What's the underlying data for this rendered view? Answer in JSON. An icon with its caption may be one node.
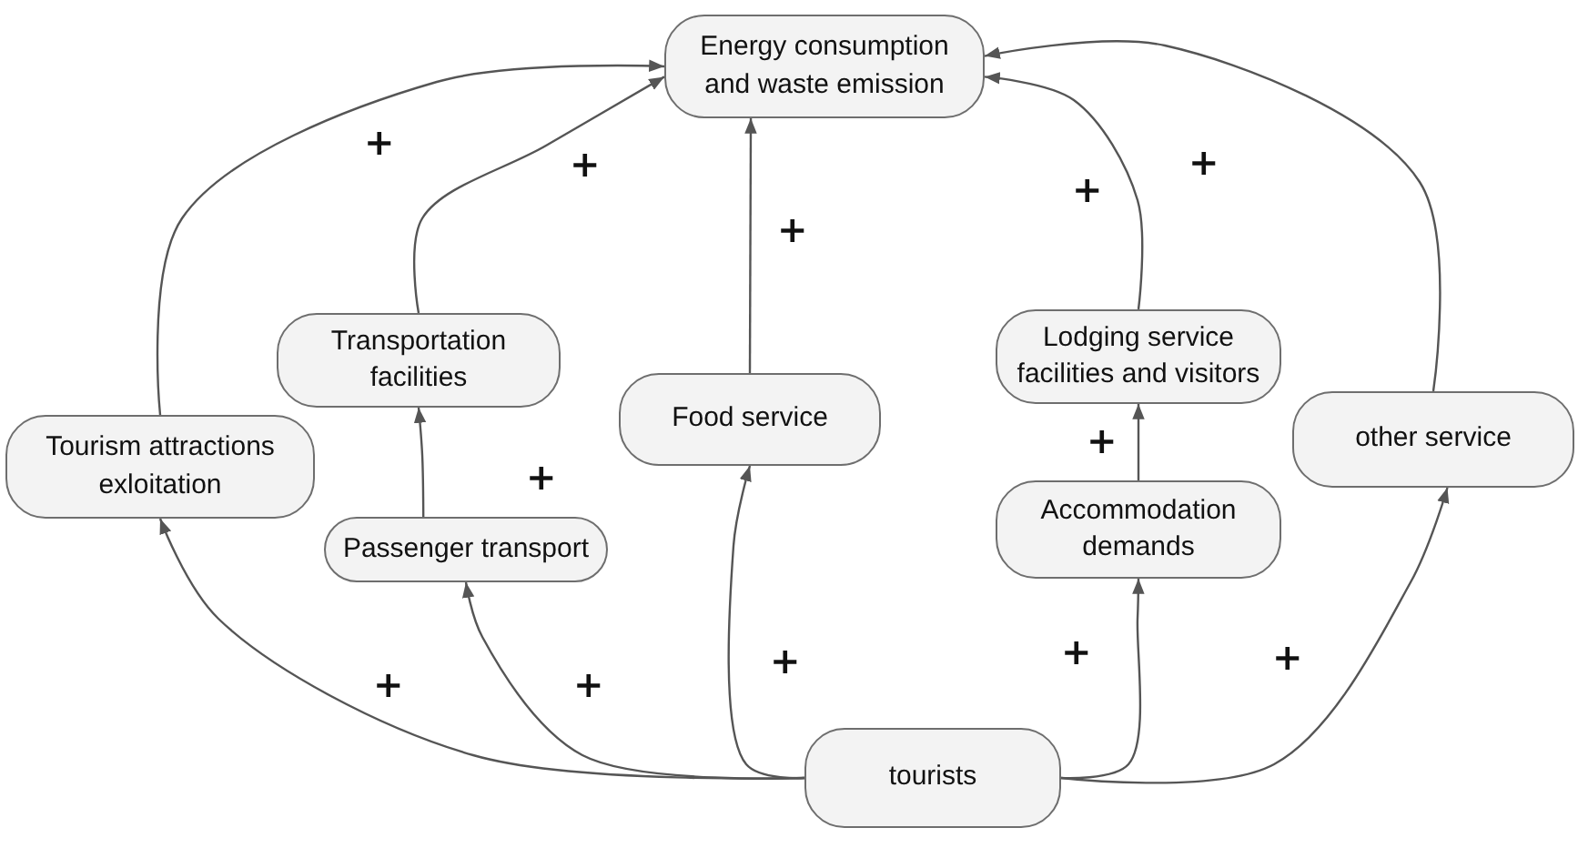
{
  "diagram": {
    "nodes": [
      {
        "text": [
          "Energy consumption and waste emission"
        ]
      },
      {
        "text": [
          "Transportation facilities"
        ]
      },
      {
        "text": [
          "Food service"
        ]
      },
      {
        "text": [
          "Lodging service facilities and visitors"
        ]
      },
      {
        "text": [
          "Tourism attractions exloitation"
        ]
      },
      {
        "text": [
          "other service"
        ]
      },
      {
        "text": [
          "Passenger transport"
        ]
      },
      {
        "text": [
          "Accommodation demands"
        ]
      },
      {
        "text": [
          "tourists"
        ]
      }
    ],
    "edges": [
      {
        "from": 8,
        "to": 4,
        "arrow": "to",
        "label": "+"
      },
      {
        "from": 8,
        "to": 6,
        "arrow": "to",
        "label": "+"
      },
      {
        "from": 8,
        "to": 2,
        "arrow": "to",
        "label": "+"
      },
      {
        "from": 8,
        "to": 7,
        "arrow": "to",
        "label": "+"
      },
      {
        "from": 8,
        "to": 5,
        "arrow": "to",
        "label": "+"
      },
      {
        "from": 6,
        "to": 1,
        "arrow": "to",
        "label": "+"
      },
      {
        "from": 7,
        "to": 3,
        "arrow": "to",
        "label": "+"
      },
      {
        "from": 4,
        "to": 0,
        "arrow": "to",
        "label": "+"
      },
      {
        "from": 1,
        "to": 0,
        "arrow": "to",
        "label": "+"
      },
      {
        "from": 2,
        "to": 0,
        "arrow": "to",
        "label": "+"
      },
      {
        "from": 3,
        "to": 0,
        "arrow": "to",
        "label": "+"
      },
      {
        "from": 5,
        "to": 0,
        "arrow": "to",
        "label": "+"
      }
    ]
  }
}
